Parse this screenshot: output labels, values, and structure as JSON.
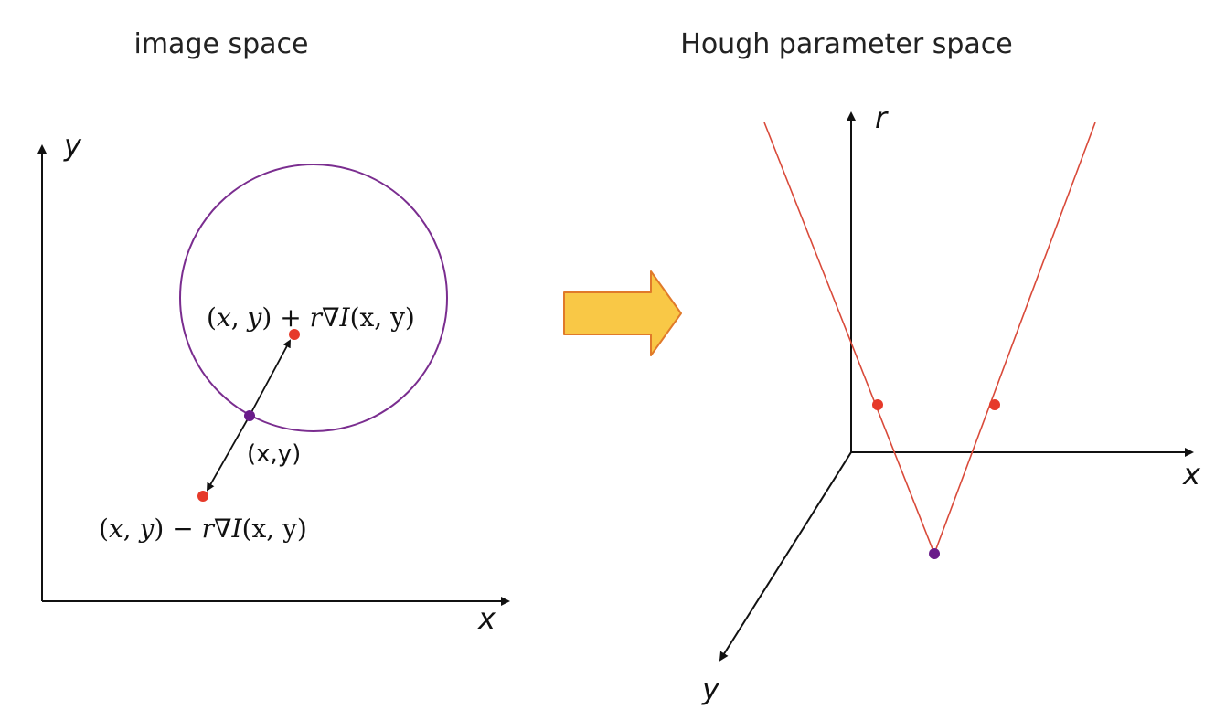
{
  "left_panel": {
    "title": "image space",
    "axis_x_label": "x",
    "axis_y_label": "y",
    "point_label": "(x,y)",
    "upper_expr": {
      "lp": "(",
      "x": "x",
      "comma": ", ",
      "y": "y",
      "rp": ")",
      "op": " + ",
      "r": "r",
      "nabla": "∇",
      "I": "I",
      "args": "(x, y)"
    },
    "lower_expr": {
      "lp": "(",
      "x": "x",
      "comma": ", ",
      "y": "y",
      "rp": ")",
      "op": " − ",
      "r": "r",
      "nabla": "∇",
      "I": "I",
      "args": "(x, y)"
    }
  },
  "right_panel": {
    "title": "Hough parameter space",
    "axis_r_label": "r",
    "axis_x_label": "x",
    "axis_y_label": "y"
  },
  "colors": {
    "circle": "#7a2d8f",
    "edge_point": "#6a1b8a",
    "candidate_point": "#e63a2a",
    "cone_lines": "#d94a3a",
    "arrow_fill": "#f9c846",
    "arrow_stroke": "#e07a2a",
    "axis": "#111111"
  }
}
